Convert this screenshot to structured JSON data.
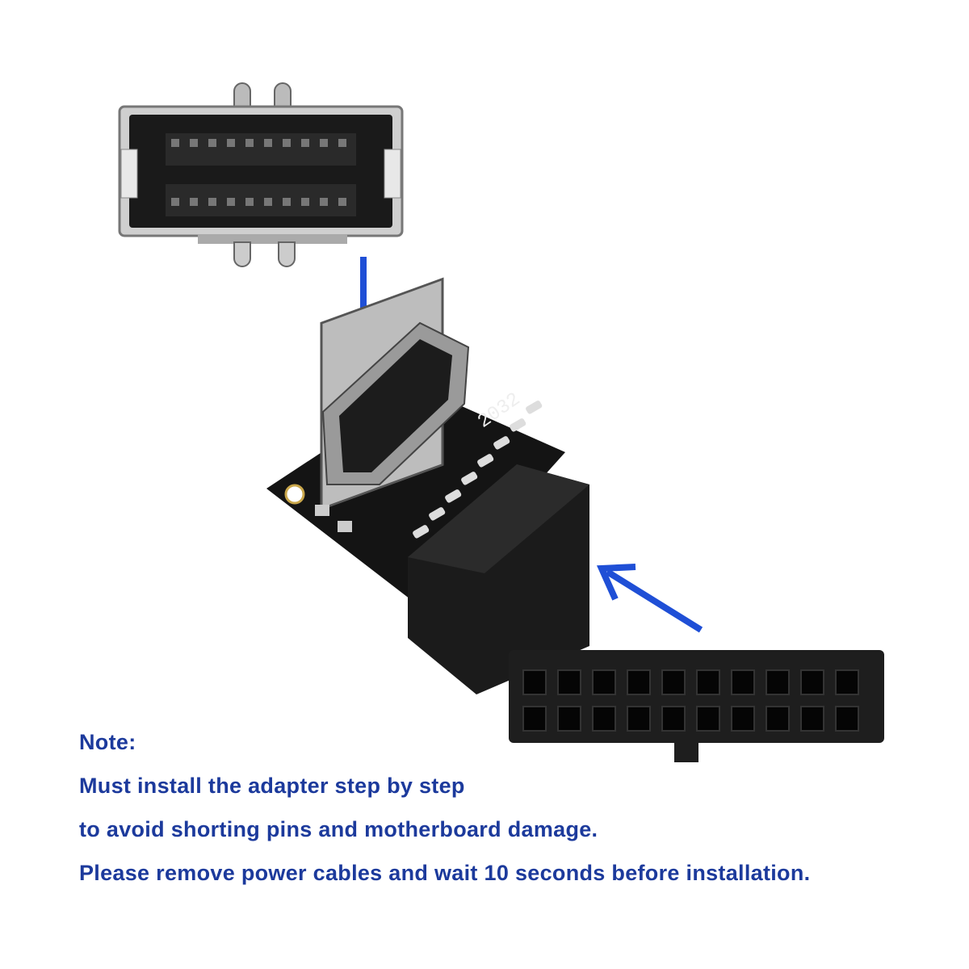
{
  "silkscreen": "2032",
  "note": {
    "title": "Note:",
    "lines": [
      "Must install the adapter step by step",
      "to avoid shorting pins and motherboard damage.",
      "Please remove power cables and wait 10 seconds before installation."
    ]
  },
  "colors": {
    "arrow": "#1f4fd6",
    "text": "#1c3a9c",
    "pcb": "#141414"
  }
}
